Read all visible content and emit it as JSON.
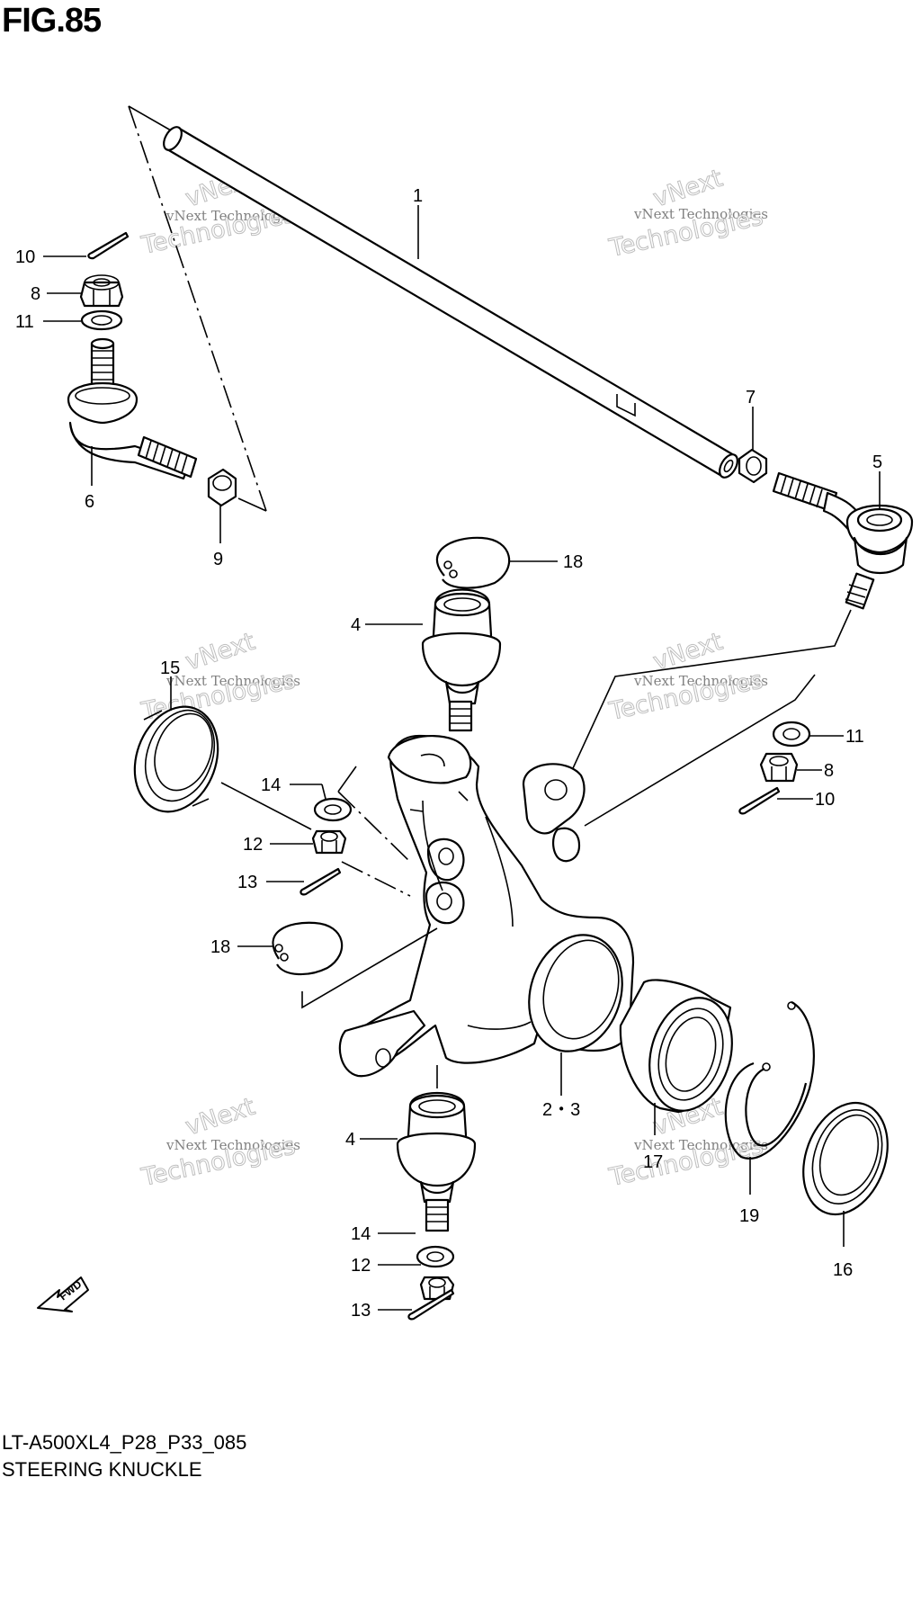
{
  "figure_label": "FIG.85",
  "model_code": "LT-A500XL4_P28_P33_085",
  "section_title": "STEERING KNUCKLE",
  "fwd_label": "FWD",
  "watermark": {
    "line1": "vNext",
    "line2": "vNext Technologies",
    "line3": "Technologies"
  },
  "callouts": {
    "c1": "1",
    "c2_3": "2・3",
    "c4_top": "4",
    "c4_bottom": "4",
    "c5": "5",
    "c6": "6",
    "c7": "7",
    "c8_left": "8",
    "c8_right": "8",
    "c9": "9",
    "c10_left": "10",
    "c10_right": "10",
    "c11_left": "11",
    "c11_right": "11",
    "c12_mid": "12",
    "c12_bottom": "12",
    "c13_mid": "13",
    "c13_bottom": "13",
    "c14_mid": "14",
    "c14_bottom": "14",
    "c15": "15",
    "c16": "16",
    "c17": "17",
    "c18_top": "18",
    "c18_mid": "18",
    "c19": "19"
  }
}
